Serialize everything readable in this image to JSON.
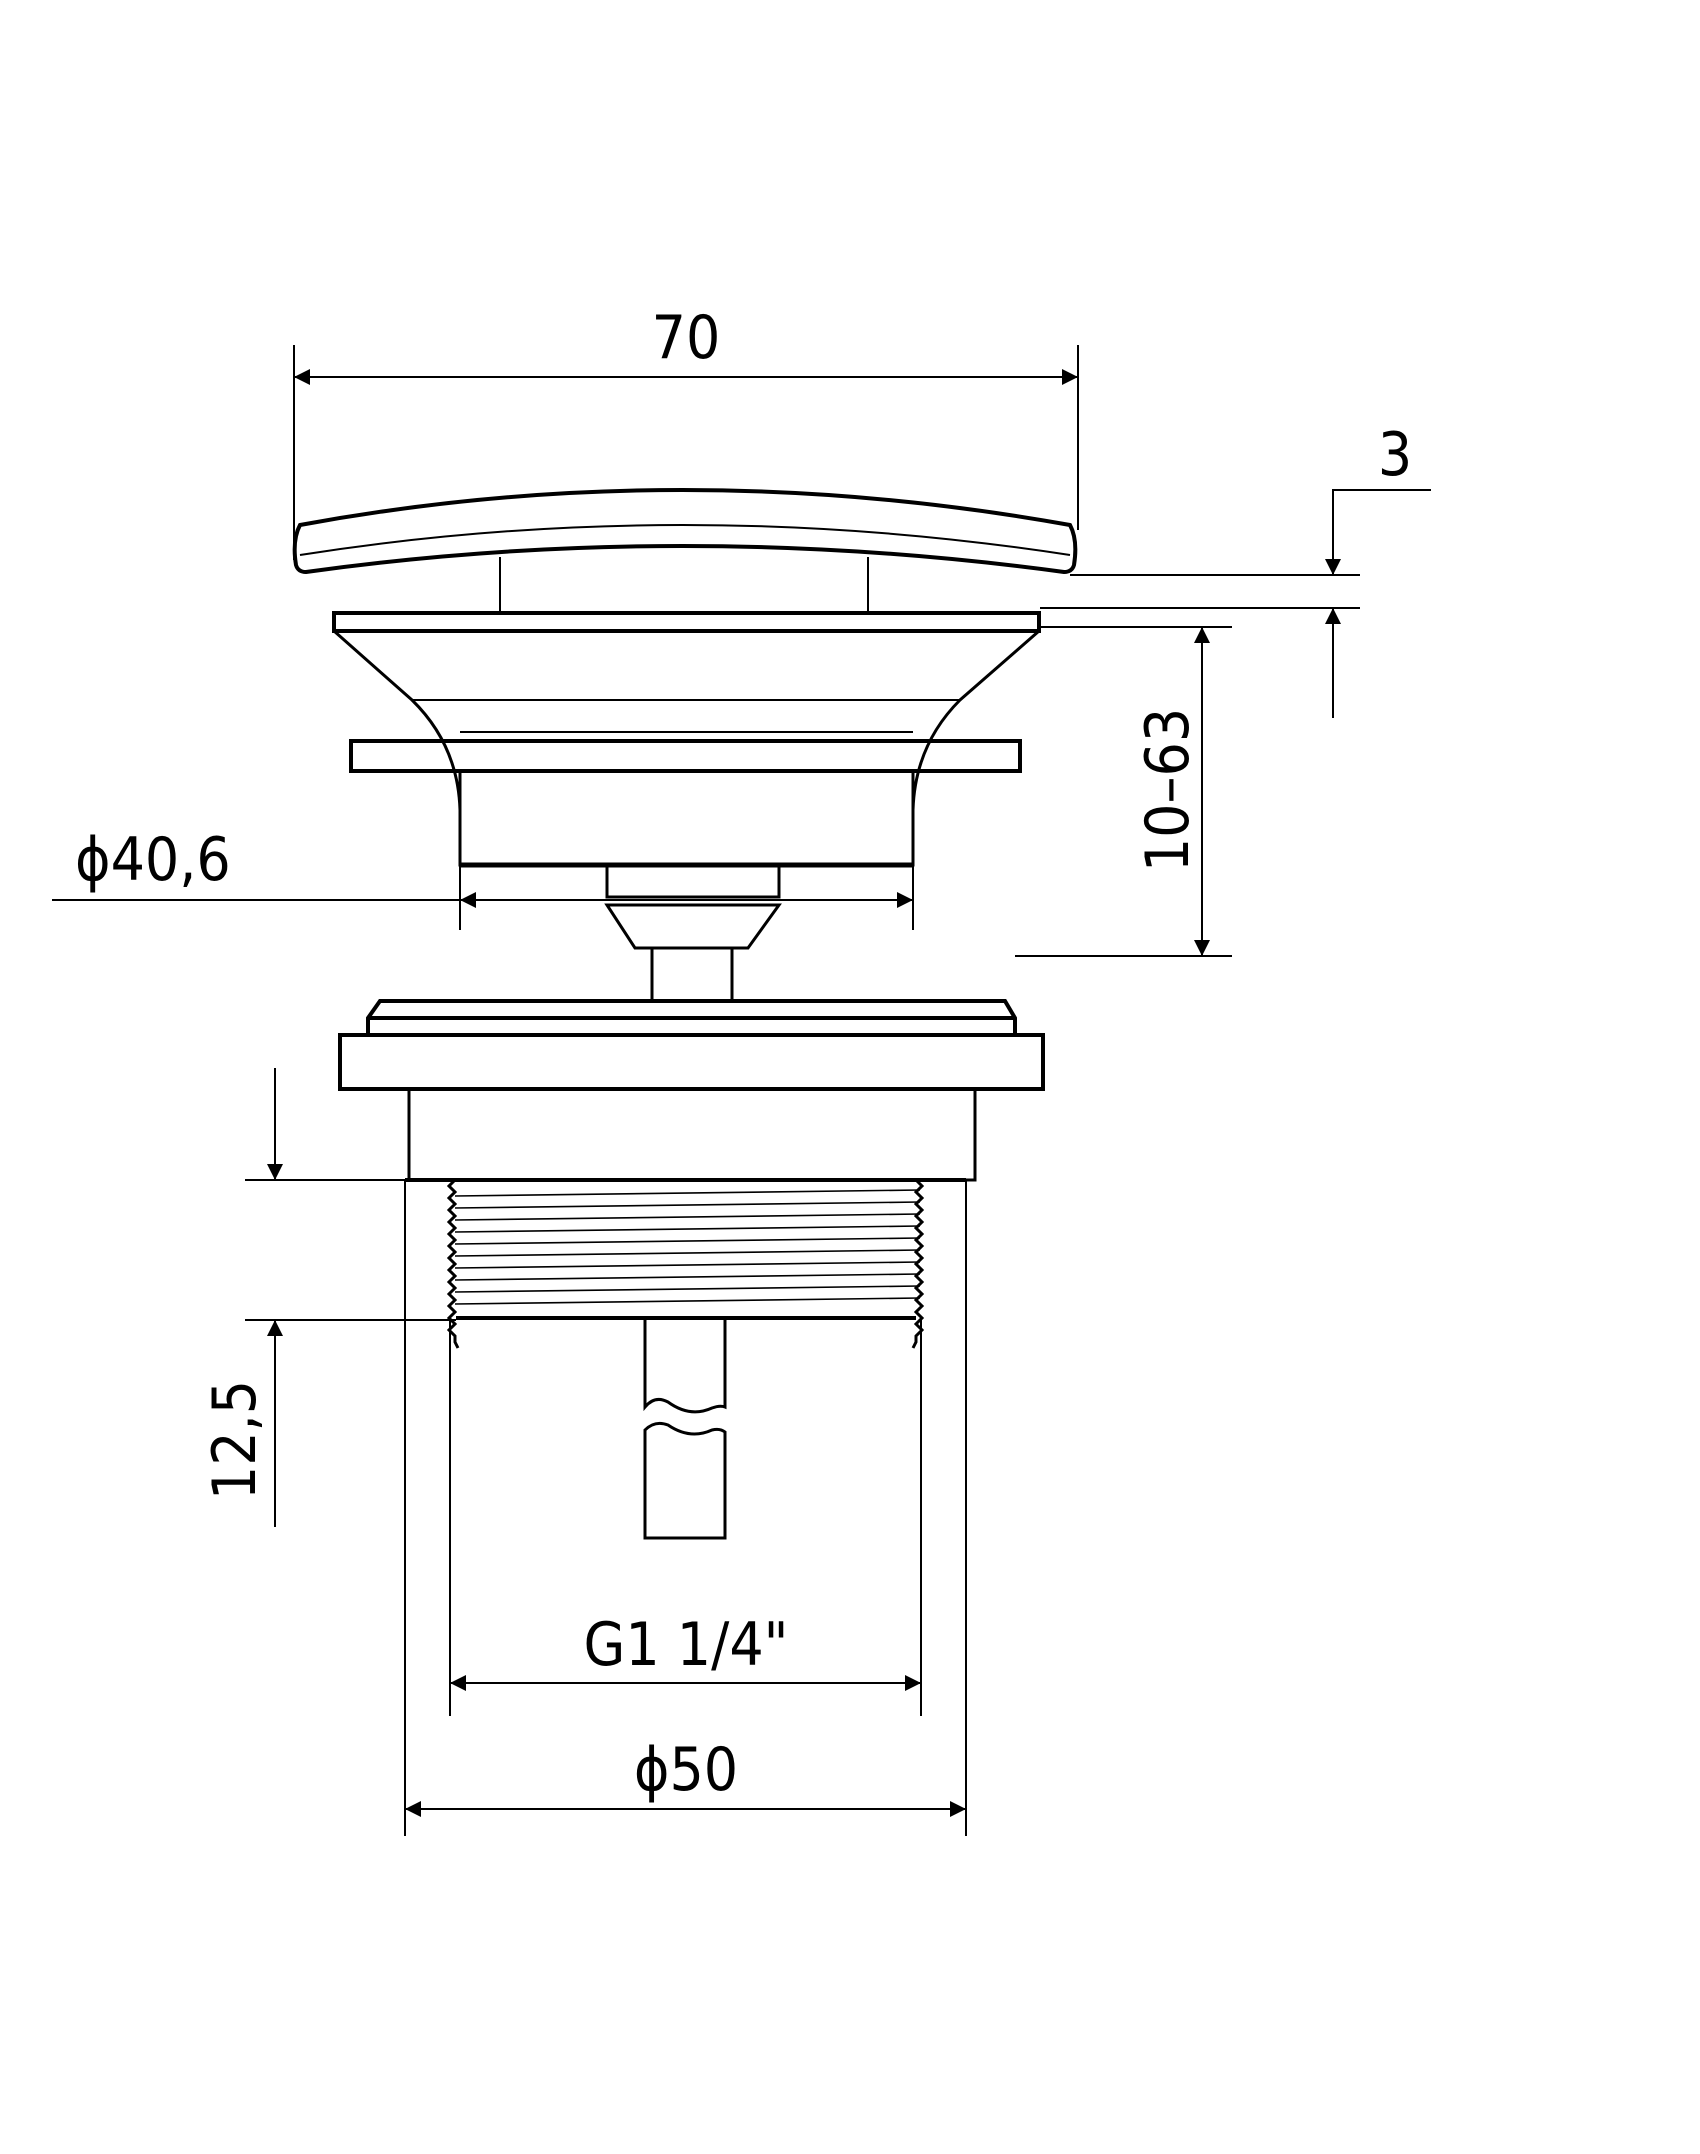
{
  "drawing": {
    "subject": "Pop-up basin waste (click-clack drain) technical drawing",
    "line_color": "#000000",
    "background": "#ffffff"
  },
  "dimensions": {
    "cap_width": "70",
    "cap_gap": "3",
    "height_range": "10–63",
    "plug_diameter": "ϕ40,6",
    "thread_length": "12,5",
    "thread": "G1 1/4\"",
    "body_diameter": "ϕ50"
  }
}
